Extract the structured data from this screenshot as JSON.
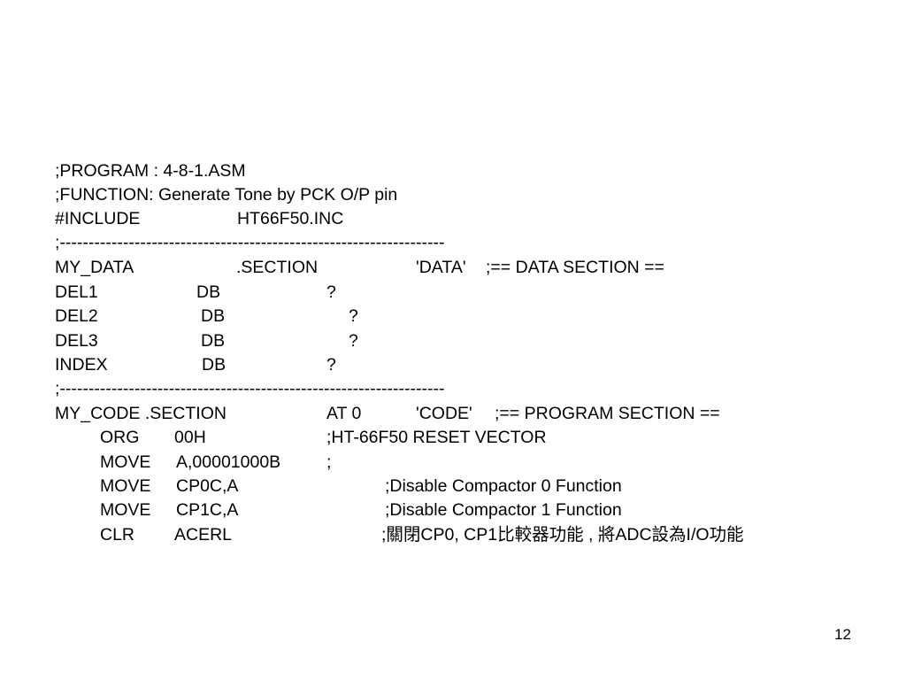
{
  "slide": {
    "page_number": "12",
    "code_lines": [
      {
        "c0": ";PROGRAM : 4-8-1.ASM"
      },
      {
        "c0": ";FUNCTION: Generate Tone by PCK O/P pin"
      },
      {
        "c0": "#INCLUDE",
        "c1": "HT66F50.INC"
      },
      {
        "c0": ";-------------------------------------------------------------------"
      },
      {
        "c0": "MY_DATA",
        "c1": ".SECTION",
        "c2": "'DATA'",
        "c3": ";== DATA SECTION =="
      },
      {
        "c0": "DEL1",
        "c1": "DB",
        "c2": "?"
      },
      {
        "c0": "DEL2",
        "c1": "DB",
        "c2": "?"
      },
      {
        "c0": "DEL3",
        "c1": "DB",
        "c2": "?"
      },
      {
        "c0": "INDEX",
        "c1": "DB",
        "c2": "?"
      },
      {
        "c0": ";-------------------------------------------------------------------"
      },
      {
        "c0": "MY_CODE .SECTION",
        "c1": "AT 0",
        "c2": "'CODE'",
        "c3": ";== PROGRAM SECTION =="
      },
      {
        "c0": "ORG",
        "c1": "00H",
        "c2": ";HT-66F50 RESET VECTOR"
      },
      {
        "c0": "MOVE",
        "c1": "A,00001000B",
        "c2": ";"
      },
      {
        "c0": "MOVE",
        "c1": "CP0C,A",
        "c2": ";Disable Compactor 0 Function"
      },
      {
        "c0": "MOVE",
        "c1": "CP1C,A",
        "c2": ";Disable Compactor 1 Function"
      },
      {
        "c0": "CLR",
        "c1": "ACERL",
        "c2": ";關閉CP0, CP1比較器功能 , 將ADC設為I/O功能"
      }
    ]
  }
}
